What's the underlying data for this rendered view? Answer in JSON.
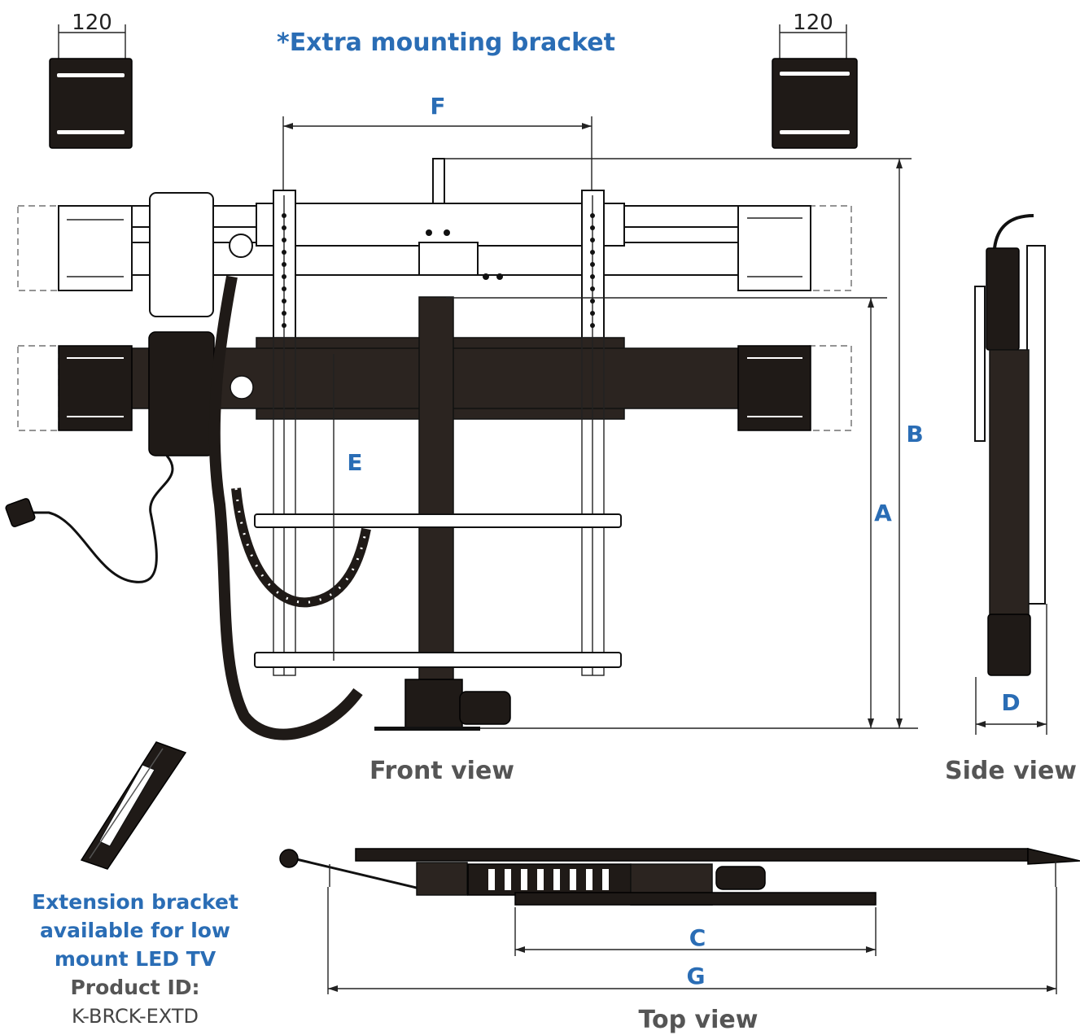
{
  "header": {
    "title": "*Extra mounting bracket",
    "left_bracket_dim": "120",
    "right_bracket_dim": "120"
  },
  "dimensions": {
    "A": "A",
    "B": "B",
    "C": "C",
    "D": "D",
    "E": "E",
    "F": "F",
    "G": "G"
  },
  "views": {
    "front": "Front view",
    "side": "Side view",
    "top": "Top view"
  },
  "extension_note": {
    "line1": "Extension bracket",
    "line2": "available for low",
    "line3": "mount LED TV",
    "product_label": "Product ID:",
    "product_id": "K-BRCK-EXTD"
  },
  "colors": {
    "accent_blue": "#2a6db5",
    "caption_grey": "#555555",
    "bracket_dark": "#2b2420"
  }
}
